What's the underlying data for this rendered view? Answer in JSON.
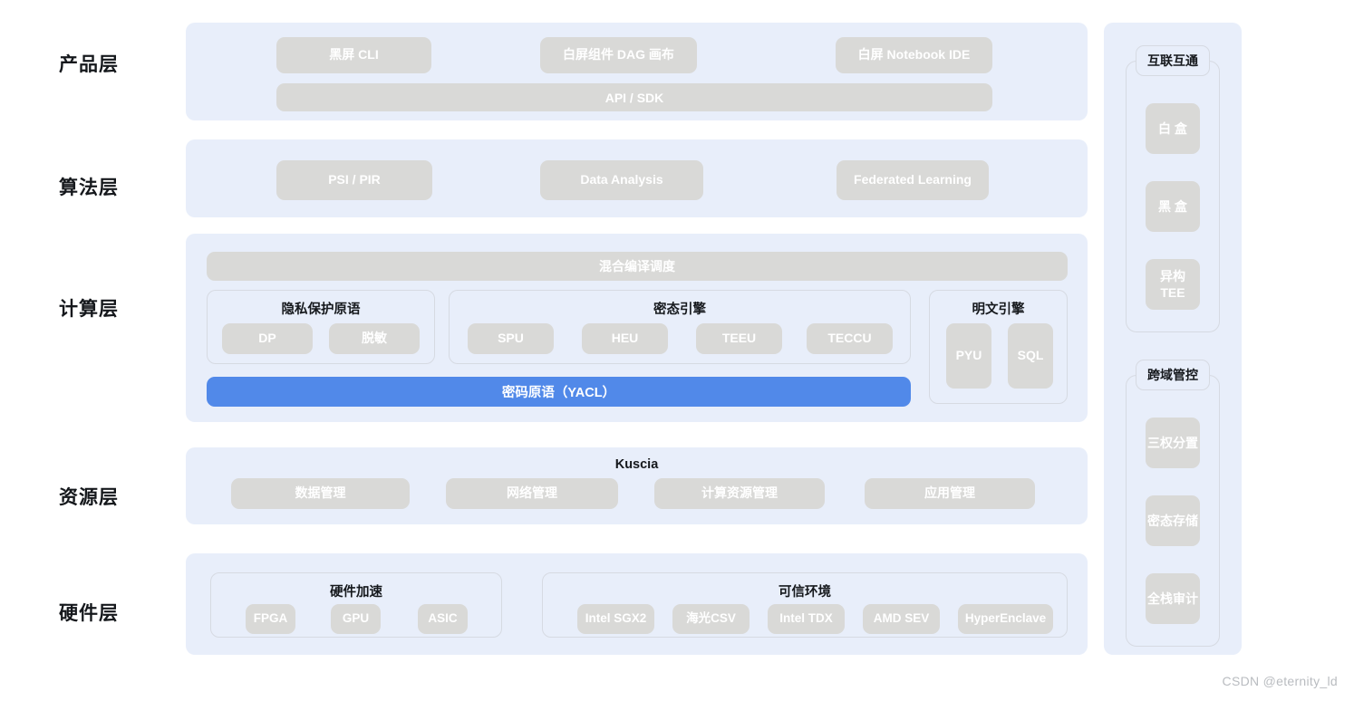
{
  "watermark": "CSDN @eternity_ld",
  "colors": {
    "layer_bg": "#e8eefa",
    "chip_bg": "#d9d9d7",
    "accent": "#5189e9",
    "border": "#d6dae2",
    "text_dark": "#15181c",
    "chip_text": "#ffffff",
    "watermark_text": "#b9bcc0"
  },
  "layers": {
    "product": {
      "label": "产品层",
      "chips": [
        "黑屏 CLI",
        "白屏组件 DAG 画布",
        "白屏 Notebook IDE"
      ],
      "bar": "API / SDK"
    },
    "algorithm": {
      "label": "算法层",
      "chips": [
        "PSI / PIR",
        "Data Analysis",
        "Federated Learning"
      ]
    },
    "compute": {
      "label": "计算层",
      "scheduler_bar": "混合编译调度",
      "primitive_group": {
        "title": "隐私保护原语",
        "chips": [
          "DP",
          "脱敏"
        ]
      },
      "ciphertext_group": {
        "title": "密态引擎",
        "chips": [
          "SPU",
          "HEU",
          "TEEU",
          "TECCU"
        ]
      },
      "plaintext_group": {
        "title": "明文引擎",
        "chips": [
          "PYU",
          "SQL"
        ]
      },
      "accent_bar": "密码原语（YACL）"
    },
    "resource": {
      "label": "资源层",
      "title": "Kuscia",
      "chips": [
        "数据管理",
        "网络管理",
        "计算资源管理",
        "应用管理"
      ]
    },
    "hardware": {
      "label": "硬件层",
      "accel_group": {
        "title": "硬件加速",
        "chips": [
          "FPGA",
          "GPU",
          "ASIC"
        ]
      },
      "tee_group": {
        "title": "可信环境",
        "chips": [
          "Intel SGX2",
          "海光CSV",
          "Intel TDX",
          "AMD SEV",
          "HyperEnclave"
        ]
      }
    }
  },
  "side_panels": [
    {
      "badge": "互联互通",
      "chips": [
        "白 盒",
        "黑 盒",
        "异构\nTEE"
      ]
    },
    {
      "badge": "跨域管控",
      "chips": [
        "三权分置",
        "密态存储",
        "全栈审计"
      ]
    }
  ]
}
